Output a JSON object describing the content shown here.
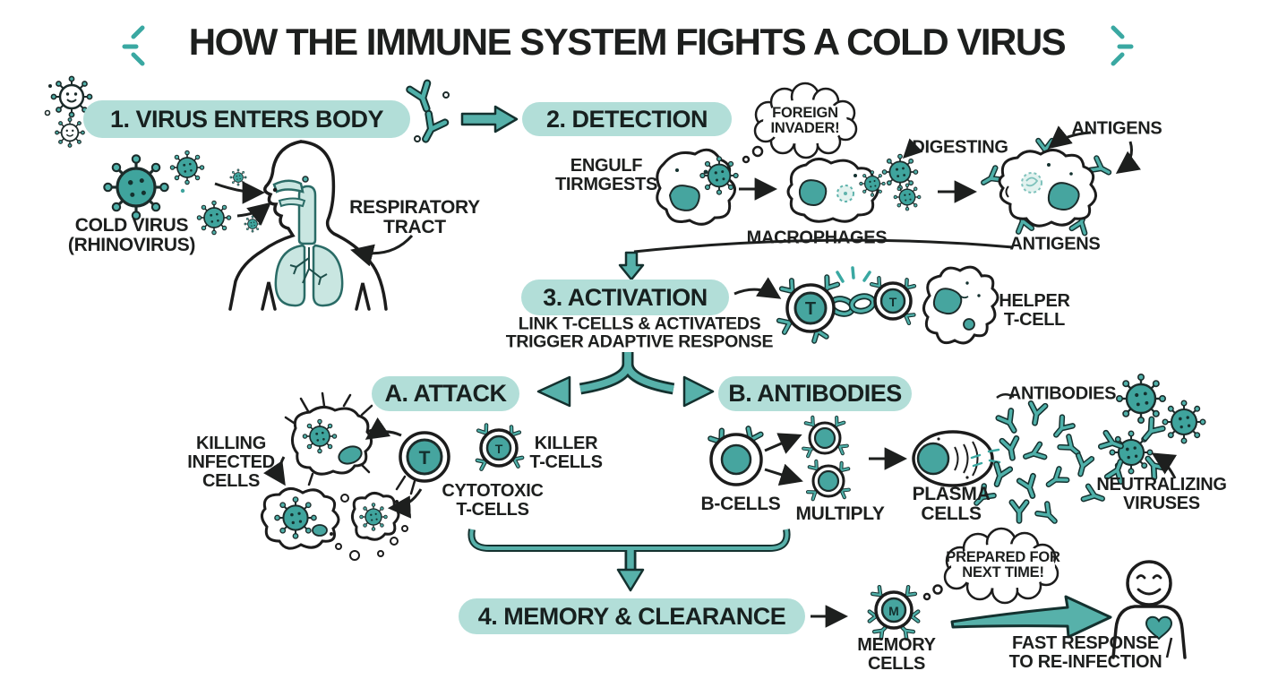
{
  "title": "HOW THE IMMUNE SYSTEM FIGHTS A COLD VIRUS",
  "colors": {
    "accent_teal": "#46a59f",
    "pill_mint": "#b2ded8",
    "ink": "#1d1f1e",
    "lung_teal": "#c9e6e1"
  },
  "sections": {
    "step1": {
      "label": "1. VIRUS ENTERS BODY",
      "cold_virus": "COLD VIRUS\n(RHINOVIRUS)",
      "respiratory_tract": "RESPIRATORY\nTRACT"
    },
    "step2": {
      "label": "2. DETECTION",
      "thought_bubble": "FOREIGN\nINVADER!",
      "engulf": "ENGULF\nTIRMGESTS",
      "digesting": "DIGESTING",
      "antigens_top": "ANTIGENS",
      "macrophages": "MACROPHAGES",
      "antigens_bottom": "ANTIGENS"
    },
    "step3": {
      "label": "3. ACTIVATION",
      "description": "LINK T-CELLS & ACTIVATEDS\nTRIGGER ADAPTIVE RESPONSE",
      "helper_t_cell": "HELPER\nT-CELL",
      "t_cell_letter": "T"
    },
    "branch_a": {
      "label": "A. ATTACK",
      "killing_infected_cells": "KILLING\nINFECTED\nCELLS",
      "killer_t_cells": "KILLER\nT-CELLS",
      "cytotoxic_t_cells": "CYTOTOXIC\nT-CELLS"
    },
    "branch_b": {
      "label": "B. ANTIBODIES",
      "b_cells": "B-CELLS",
      "multiply": "MULTIPLY",
      "plasma_cells": "PLASMA\nCELLS",
      "antibodies": "ANTIBODIES",
      "neutralizing_viruses": "NEUTRALIZING\nVIRUSES"
    },
    "step4": {
      "label": "4. MEMORY & CLEARANCE",
      "memory_cells": "MEMORY\nCELLS",
      "thought_bubble": "PREPARED FOR\nNEXT TIME!",
      "fast_response": "FAST RESPONSE\nTO RE-INFECTION",
      "memory_letter": "M"
    }
  }
}
